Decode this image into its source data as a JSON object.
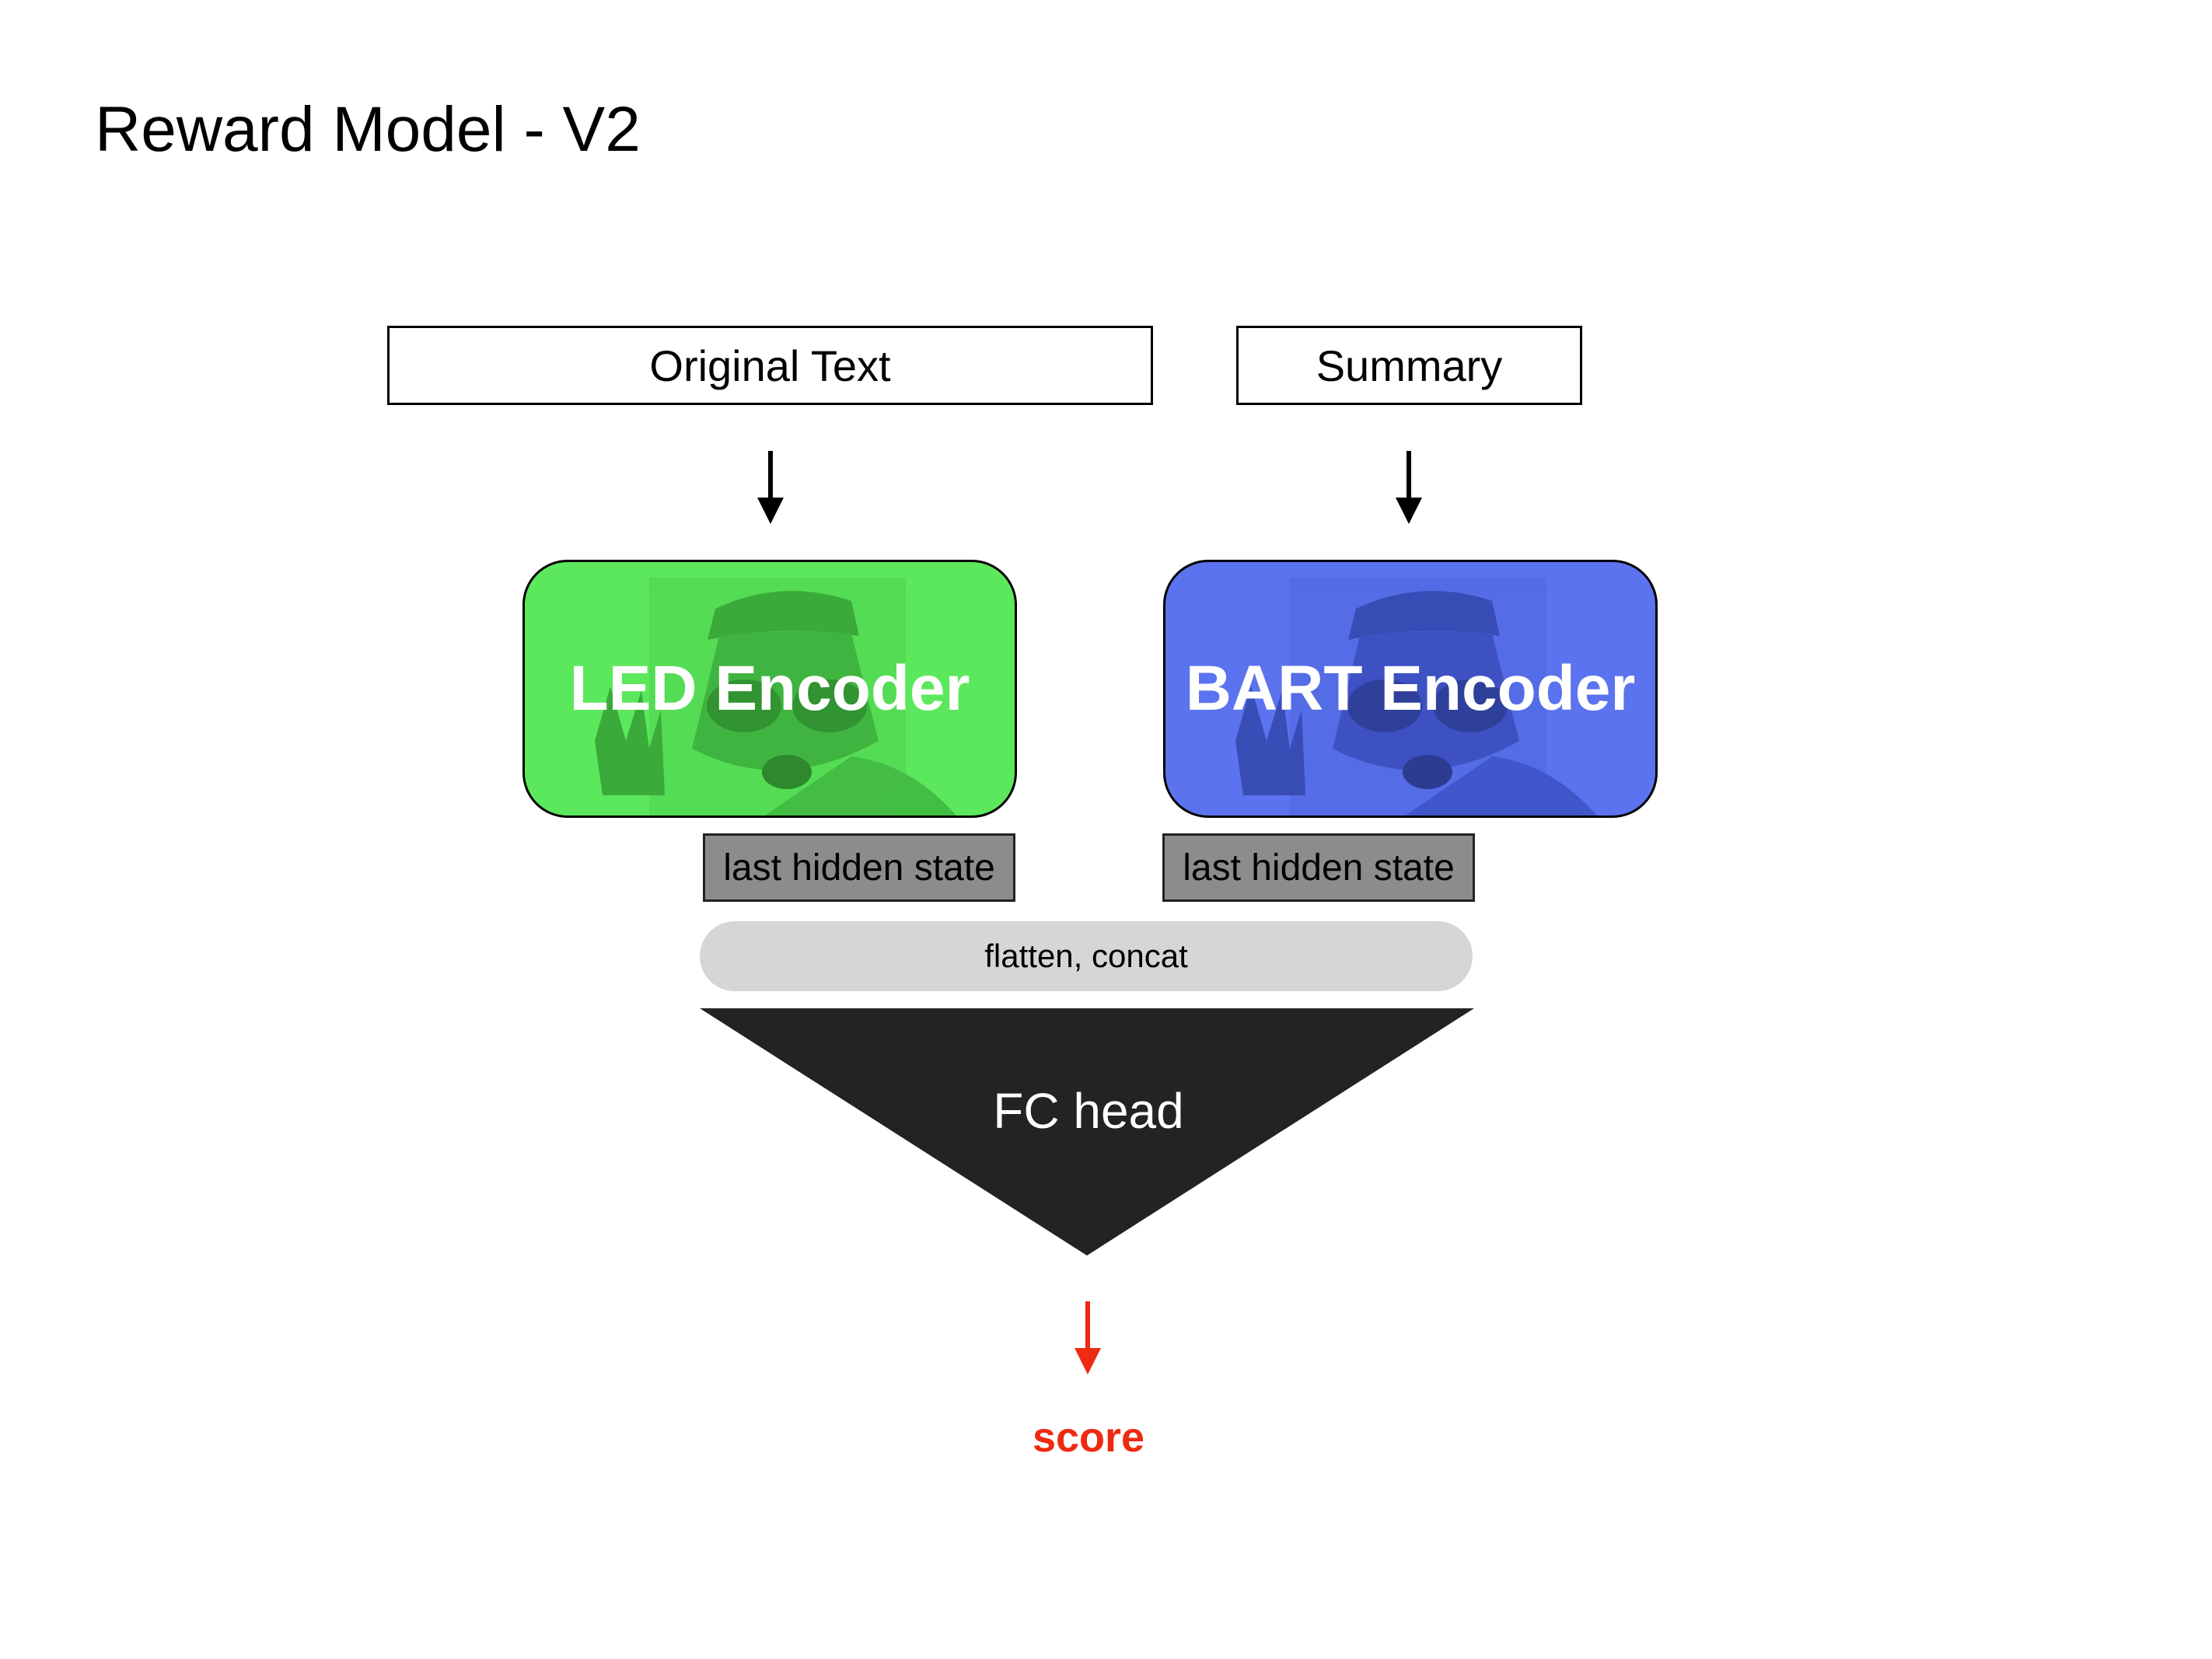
{
  "title": "Reward Model - V2",
  "inputs": {
    "original_text": "Original Text",
    "summary": "Summary"
  },
  "encoders": {
    "led": {
      "label": "LED Encoder",
      "color": "#5ce85c"
    },
    "bart": {
      "label": "BART Encoder",
      "color": "#5b73ee"
    }
  },
  "hidden_states": {
    "left": "last hidden state",
    "right": "last hidden state"
  },
  "concat": {
    "label": "flatten, concat"
  },
  "head": {
    "label": "FC head",
    "color": "#232323"
  },
  "output": {
    "label": "score",
    "color": "#ee2a10"
  }
}
